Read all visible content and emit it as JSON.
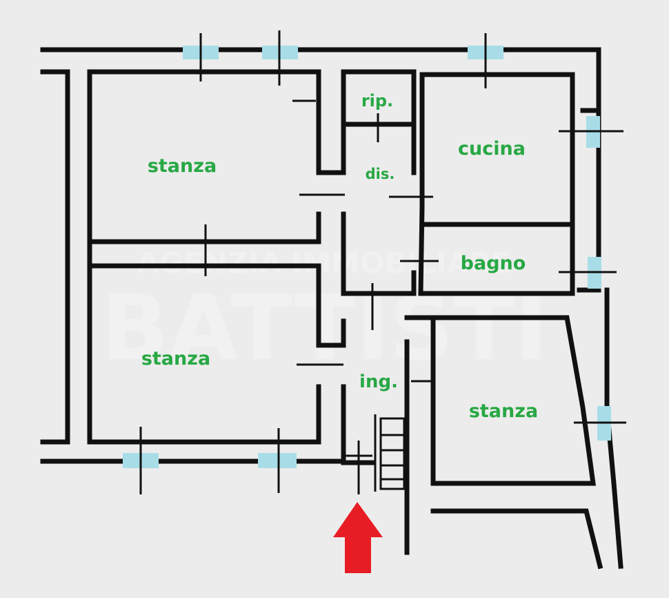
{
  "watermark": {
    "line1": "AGENZIA IMMOBILIARE",
    "line2": "BATTISTI"
  },
  "rooms": {
    "stanza_top_left": "stanza",
    "stanza_bottom_left": "stanza",
    "stanza_right": "stanza",
    "ripostiglio": "rip.",
    "disimpegno": "dis.",
    "cucina": "cucina",
    "bagno": "bagno",
    "ingresso": "ing."
  },
  "colors": {
    "wall": "#111111",
    "window": "#a8dde8",
    "label": "#27a844",
    "entrance_arrow": "#e81c24"
  },
  "icons": {
    "entrance": "entrance-arrow-icon",
    "stairs": "stairs-icon"
  }
}
